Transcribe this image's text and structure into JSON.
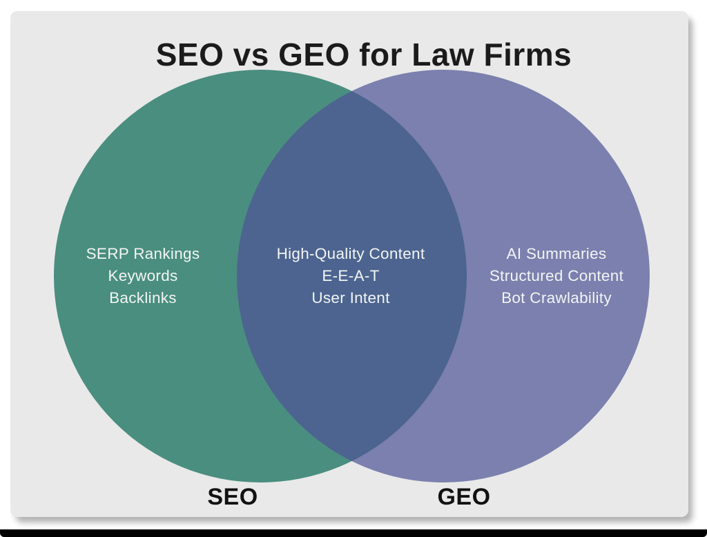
{
  "title": "SEO vs GEO for Law Firms",
  "venn": {
    "left": {
      "label": "SEO",
      "color": "#4A8E7F",
      "items": [
        "SERP Rankings",
        "Keywords",
        "Backlinks"
      ]
    },
    "right": {
      "label": "GEO",
      "color": "#7B80AE",
      "items": [
        "AI Summaries",
        "Structured Content",
        "Bot Crawlability"
      ]
    },
    "overlap": {
      "color": "#4C648F",
      "items": [
        "High-Quality Content",
        "E-E-A-T",
        "User Intent"
      ]
    },
    "text_color": "#F2F5F4"
  }
}
